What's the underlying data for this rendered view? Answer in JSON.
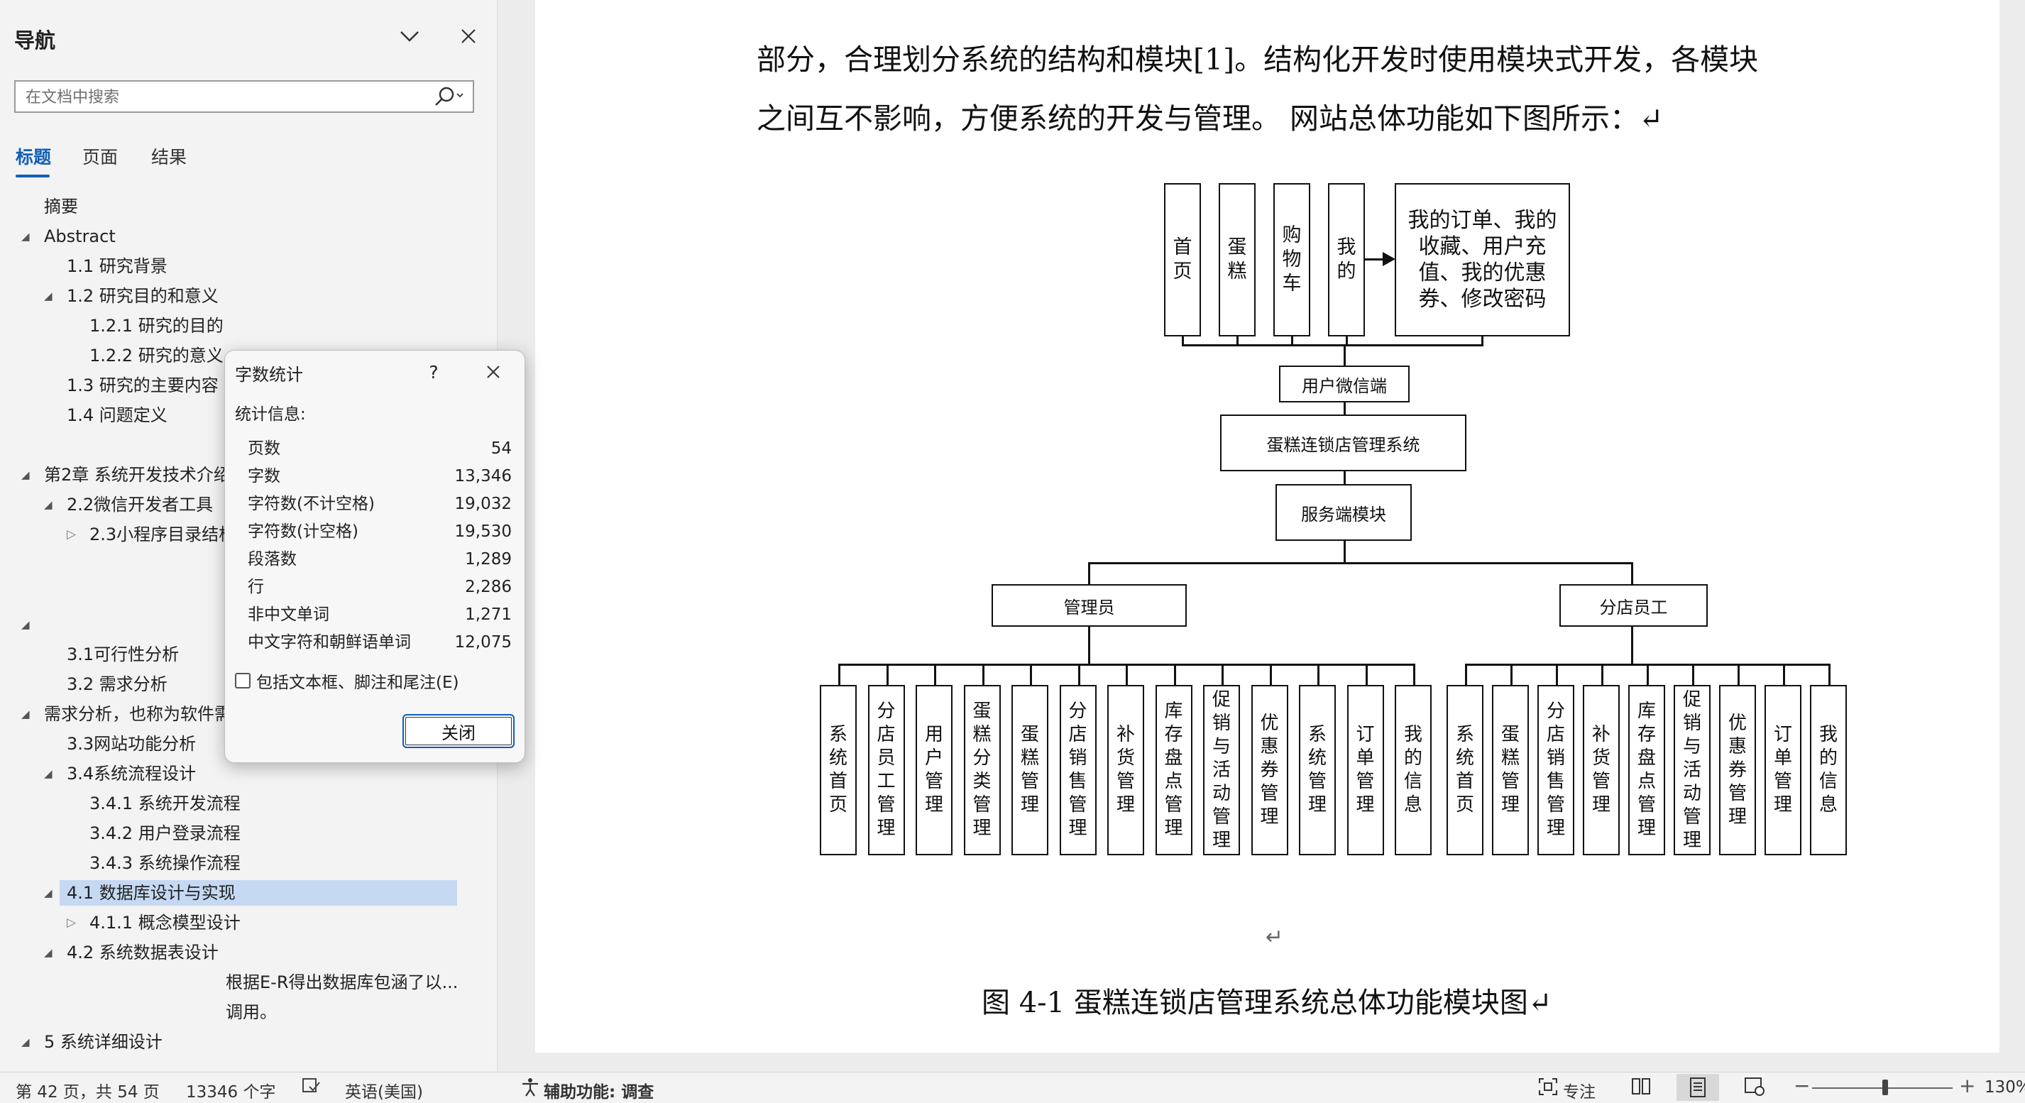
{
  "nav": {
    "title": "导航",
    "search_placeholder": "在文档中搜索",
    "tabs": [
      {
        "label": "标题",
        "active": true
      },
      {
        "label": "页面",
        "active": false
      },
      {
        "label": "结果",
        "active": false
      }
    ],
    "headings": [
      {
        "label": "摘要",
        "toggle": "none"
      },
      {
        "label": "Abstract",
        "toggle": "open"
      },
      {
        "label": "1.1 研究背景",
        "toggle": "none"
      },
      {
        "label": "1.2 研究目的和意义",
        "toggle": "open"
      },
      {
        "label": "1.2.1 研究的目的",
        "toggle": "none"
      },
      {
        "label": "1.2.2 研究的意义",
        "toggle": "none"
      },
      {
        "label": "1.3 研究的主要内容",
        "toggle": "none"
      },
      {
        "label": "1.4 问题定义",
        "toggle": "none"
      },
      {
        "label": "第2章 系统开发技术介绍",
        "toggle": "open"
      },
      {
        "label": "2.2微信开发者工具",
        "toggle": "open"
      },
      {
        "label": "2.3小程序目录结构",
        "toggle": "closed"
      },
      {
        "label": "",
        "toggle": "open"
      },
      {
        "label": "3.1可行性分析",
        "toggle": "none"
      },
      {
        "label": "3.2 需求分析",
        "toggle": "none"
      },
      {
        "label": "需求分析，也称为软件需求",
        "toggle": "open"
      },
      {
        "label": "3.3网站功能分析",
        "toggle": "none"
      },
      {
        "label": "3.4系统流程设计",
        "toggle": "open"
      },
      {
        "label": "3.4.1 系统开发流程",
        "toggle": "none"
      },
      {
        "label": "3.4.2 用户登录流程",
        "toggle": "none"
      },
      {
        "label": "3.4.3 系统操作流程",
        "toggle": "none"
      },
      {
        "label": "4.1 数据库设计与实现",
        "toggle": "open",
        "selected": true
      },
      {
        "label": "4.1.1 概念模型设计",
        "toggle": "closed"
      },
      {
        "label": "4.2 系统数据表设计",
        "toggle": "open"
      },
      {
        "label": "根据E-R得出数据库包涵了以...",
        "toggle": "none"
      },
      {
        "label": "调用。",
        "toggle": "none"
      },
      {
        "label": "5 系统详细设计",
        "toggle": "open"
      }
    ]
  },
  "document": {
    "line1": "部分，合理划分系统的结构和模块[1]。结构化开发时使用模块式开发，各模块",
    "line2": "之间互不影响，方便系统的开发与管理。 网站总体功能如下图所示：↵",
    "diagram": {
      "top_items": [
        "首页",
        "蛋糕",
        "购物车",
        "我的"
      ],
      "top_detail": "我的订单、我的收藏、用户充值、我的优惠券、修改密码",
      "client": "用户微信端",
      "system": "蛋糕连锁店管理系统",
      "server": "服务端模块",
      "roles": [
        "管理员",
        "分店员工"
      ],
      "admin_items": [
        "系统首页",
        "分店员工管理",
        "用户管理",
        "蛋糕分类管理",
        "蛋糕管理",
        "分店销售管理",
        "补货管理",
        "库存盘点管理",
        "促销与活动管理",
        "优惠券管理",
        "系统管理",
        "订单管理",
        "我的信息"
      ],
      "staff_items": [
        "系统首页",
        "蛋糕管理",
        "分店销售管理",
        "补货管理",
        "库存盘点管理",
        "促销与活动管理",
        "优惠券管理",
        "订单管理",
        "我的信息"
      ]
    },
    "para_mark": "↵",
    "caption": "图  4-1  蛋糕连锁店管理系统总体功能模块图↵"
  },
  "dialog": {
    "title": "字数统计",
    "help": "?",
    "section": "统计信息:",
    "stats": [
      {
        "label": "页数",
        "value": "54"
      },
      {
        "label": "字数",
        "value": "13,346"
      },
      {
        "label": "字符数(不计空格)",
        "value": "19,032"
      },
      {
        "label": "字符数(计空格)",
        "value": "19,530"
      },
      {
        "label": "段落数",
        "value": "1,289"
      },
      {
        "label": "行",
        "value": "2,286"
      },
      {
        "label": "非中文单词",
        "value": "1,271"
      },
      {
        "label": "中文字符和朝鲜语单词",
        "value": "12,075"
      }
    ],
    "checkbox": "包括文本框、脚注和尾注(E)",
    "close_label": "关闭"
  },
  "status": {
    "page": "第 42 页，共 54 页",
    "words": "13346 个字",
    "language": "英语(美国)",
    "accessibility": "辅助功能: 调查",
    "focus": "专注",
    "zoom": "130%"
  },
  "colors": {
    "accent": "#0f5fb8",
    "selected": "#c6d9f3"
  }
}
